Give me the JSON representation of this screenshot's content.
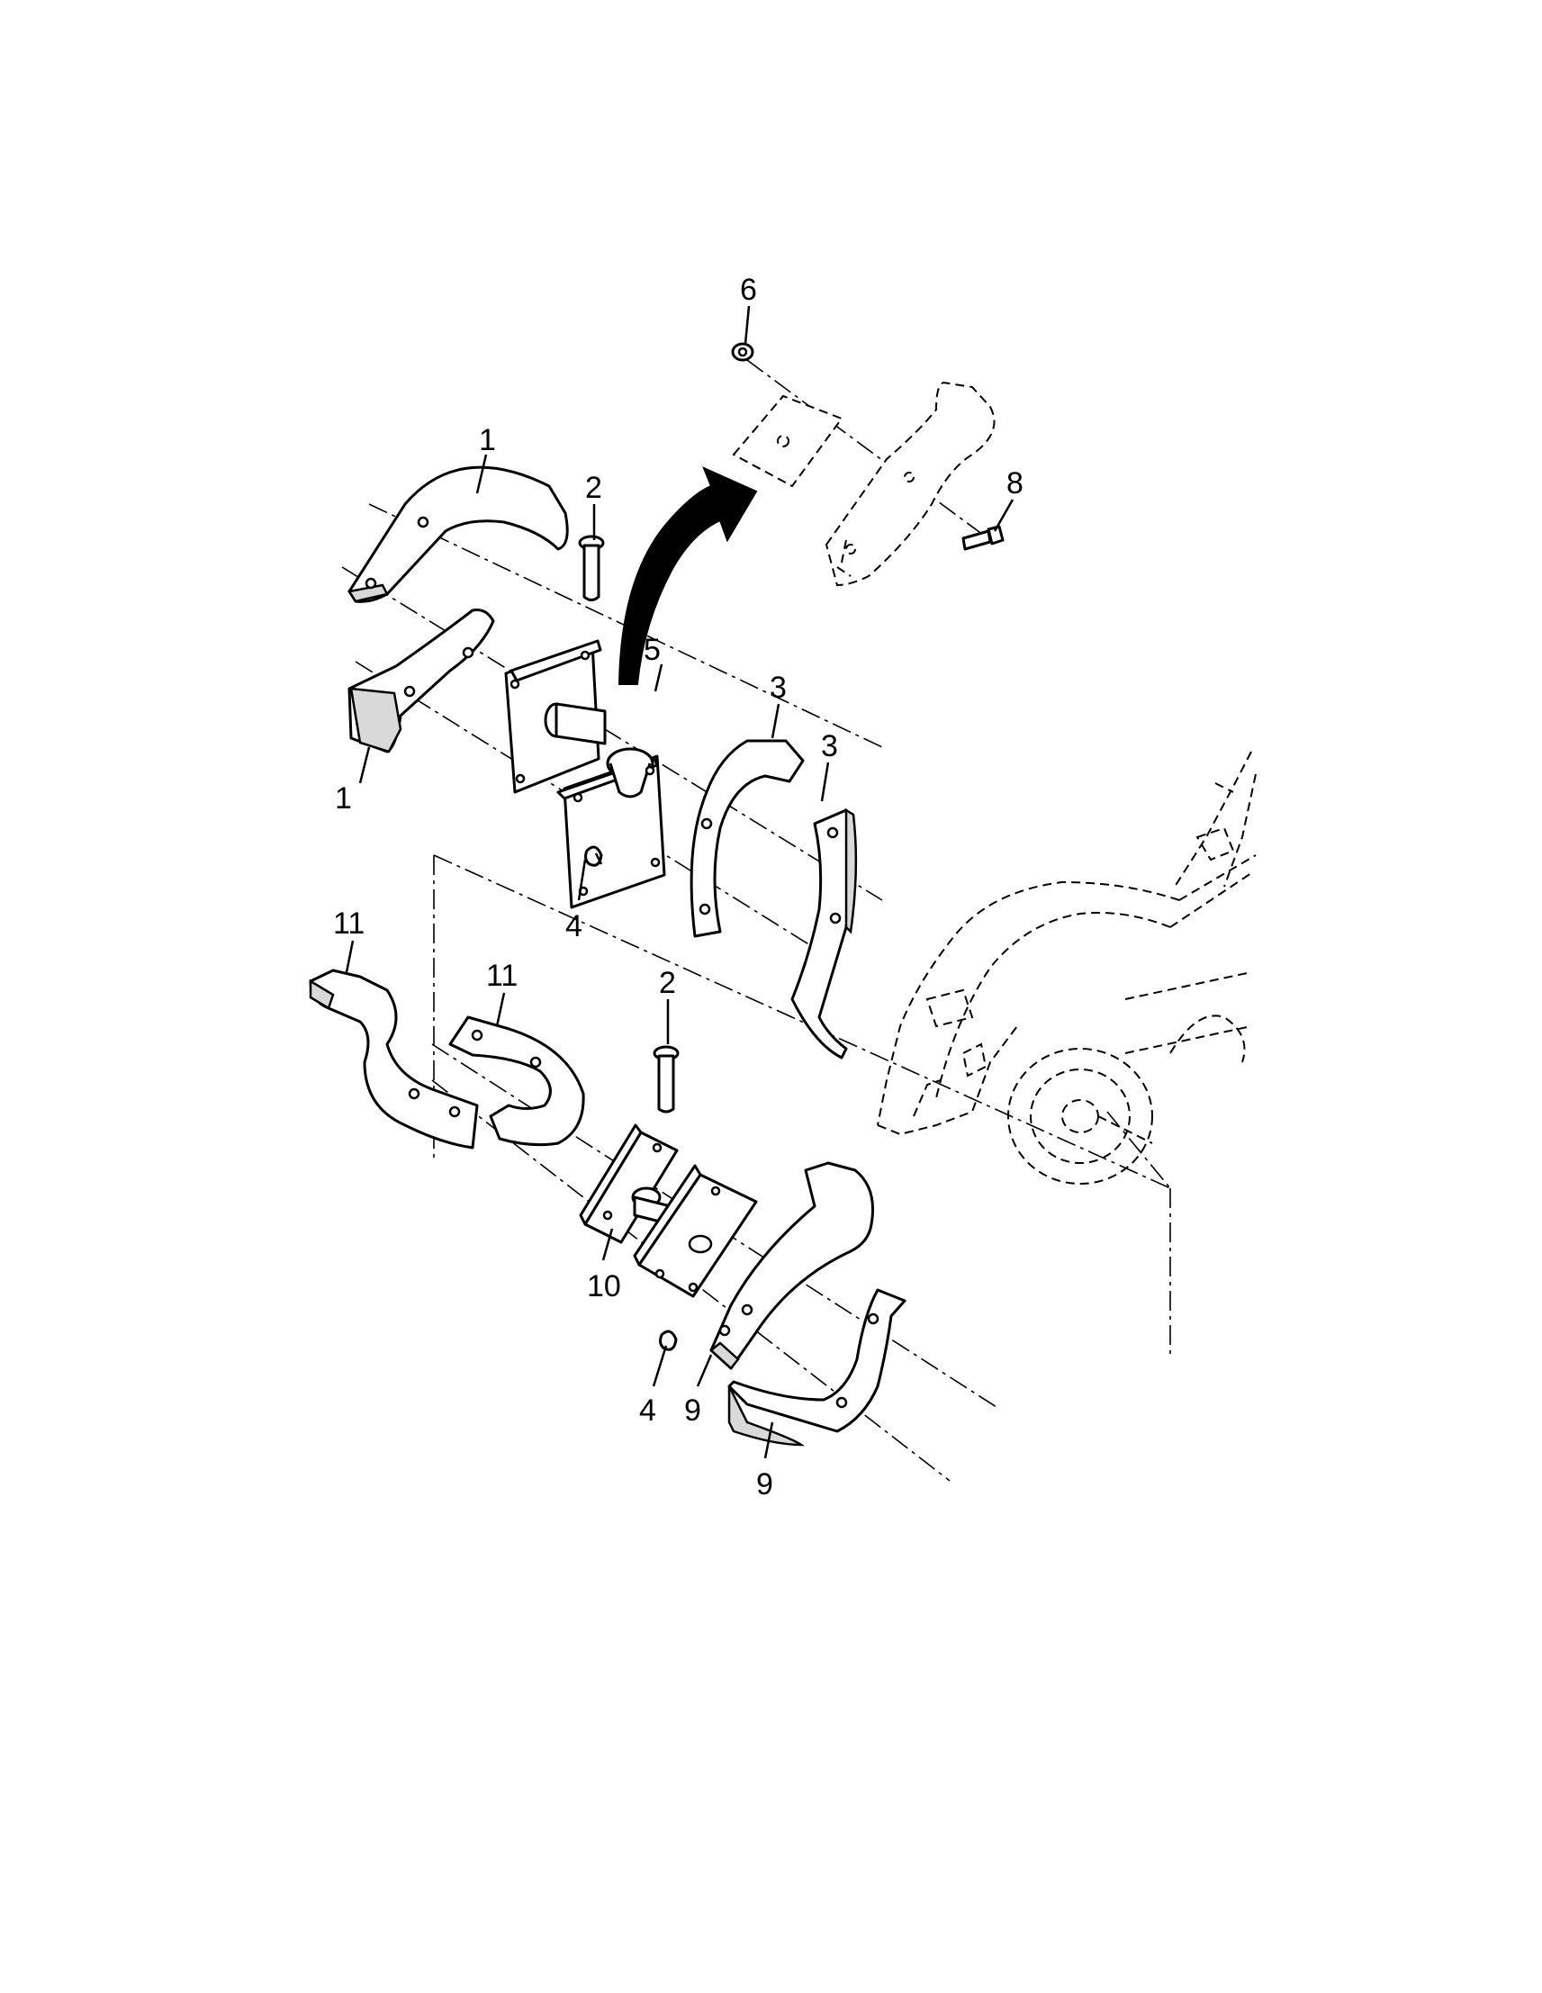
{
  "callouts": {
    "c1a": "1",
    "c1b": "1",
    "c2a": "2",
    "c2b": "2",
    "c3a": "3",
    "c3b": "3",
    "c4a": "4",
    "c4b": "4",
    "c5": "5",
    "c6": "6",
    "c8": "8",
    "c9a": "9",
    "c9b": "9",
    "c10": "10",
    "c11a": "11",
    "c11b": "11"
  }
}
